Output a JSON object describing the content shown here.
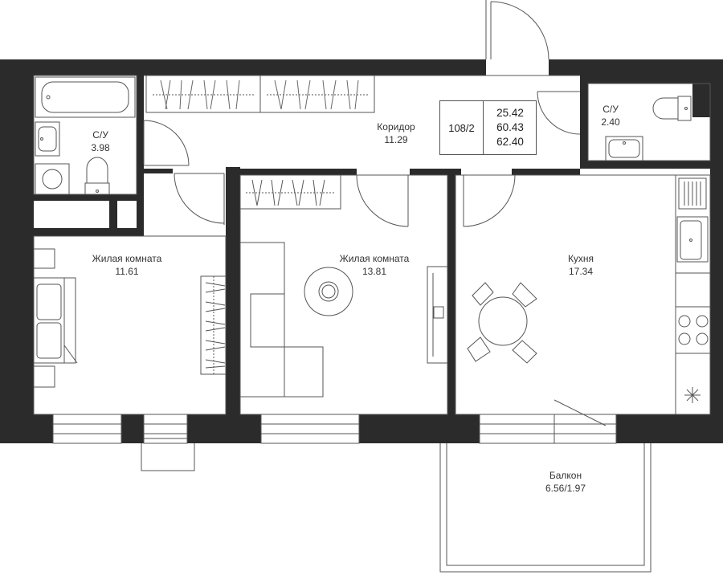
{
  "plan": {
    "apartment_number": "108/2",
    "areas": [
      "25.42",
      "60.43",
      "62.40"
    ],
    "rooms": [
      {
        "id": "bathroom-left",
        "name": "С/У",
        "area": "3.98"
      },
      {
        "id": "corridor",
        "name": "Коридор",
        "area": "11.29"
      },
      {
        "id": "bathroom-right",
        "name": "С/У",
        "area": "2.40"
      },
      {
        "id": "living-room-1",
        "name": "Жилая комната",
        "area": "11.61"
      },
      {
        "id": "living-room-2",
        "name": "Жилая комната",
        "area": "13.81"
      },
      {
        "id": "kitchen",
        "name": "Кухня",
        "area": "17.34"
      },
      {
        "id": "balcony",
        "name": "Балкон",
        "area": "6.56/1.97"
      }
    ]
  },
  "colors": {
    "wall": "#2b2b2b",
    "line": "#555555",
    "background": "#ffffff"
  },
  "icons": [
    "bathtub-icon",
    "sink-icon",
    "toilet-icon",
    "washing-machine-icon",
    "bed-icon",
    "sofa-icon",
    "dining-table-icon",
    "stove-icon",
    "wardrobe-icon",
    "door-swing-icon"
  ]
}
